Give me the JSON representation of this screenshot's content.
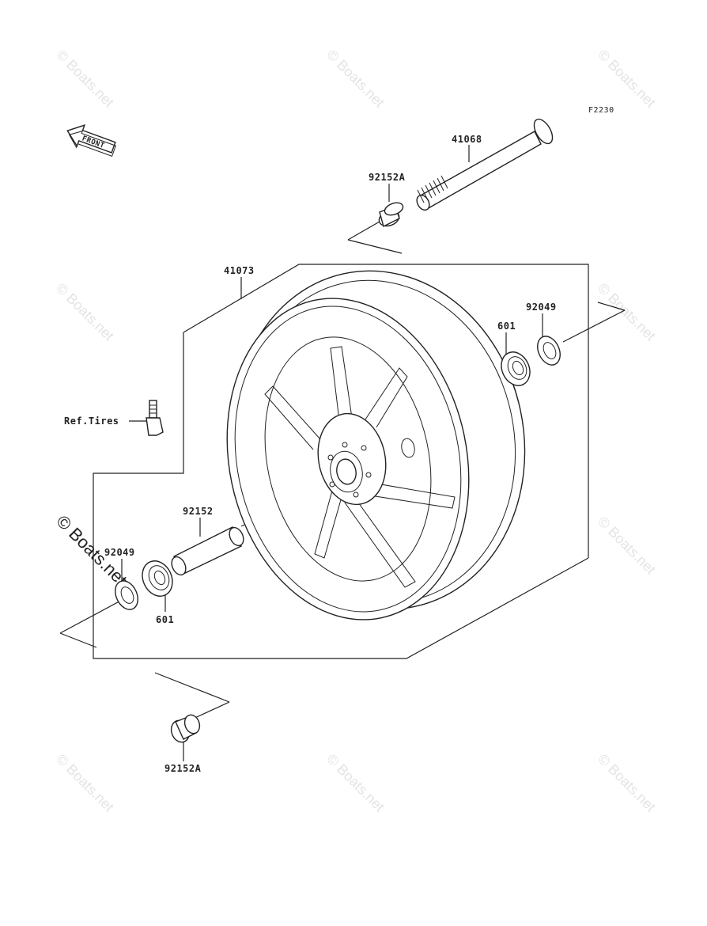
{
  "figure_code": "F2230",
  "front_arrow_label": "FRONT",
  "watermark": "© Boats.net",
  "labels": {
    "axle": "41068",
    "collar_top": "92152A",
    "wheel": "41073",
    "seal_right": "92049",
    "bearing_right": "601",
    "valve": "Ref.Tires",
    "spacer": "92152",
    "seal_left": "92049",
    "bearing_left": "601",
    "collar_bottom": "92152A"
  }
}
